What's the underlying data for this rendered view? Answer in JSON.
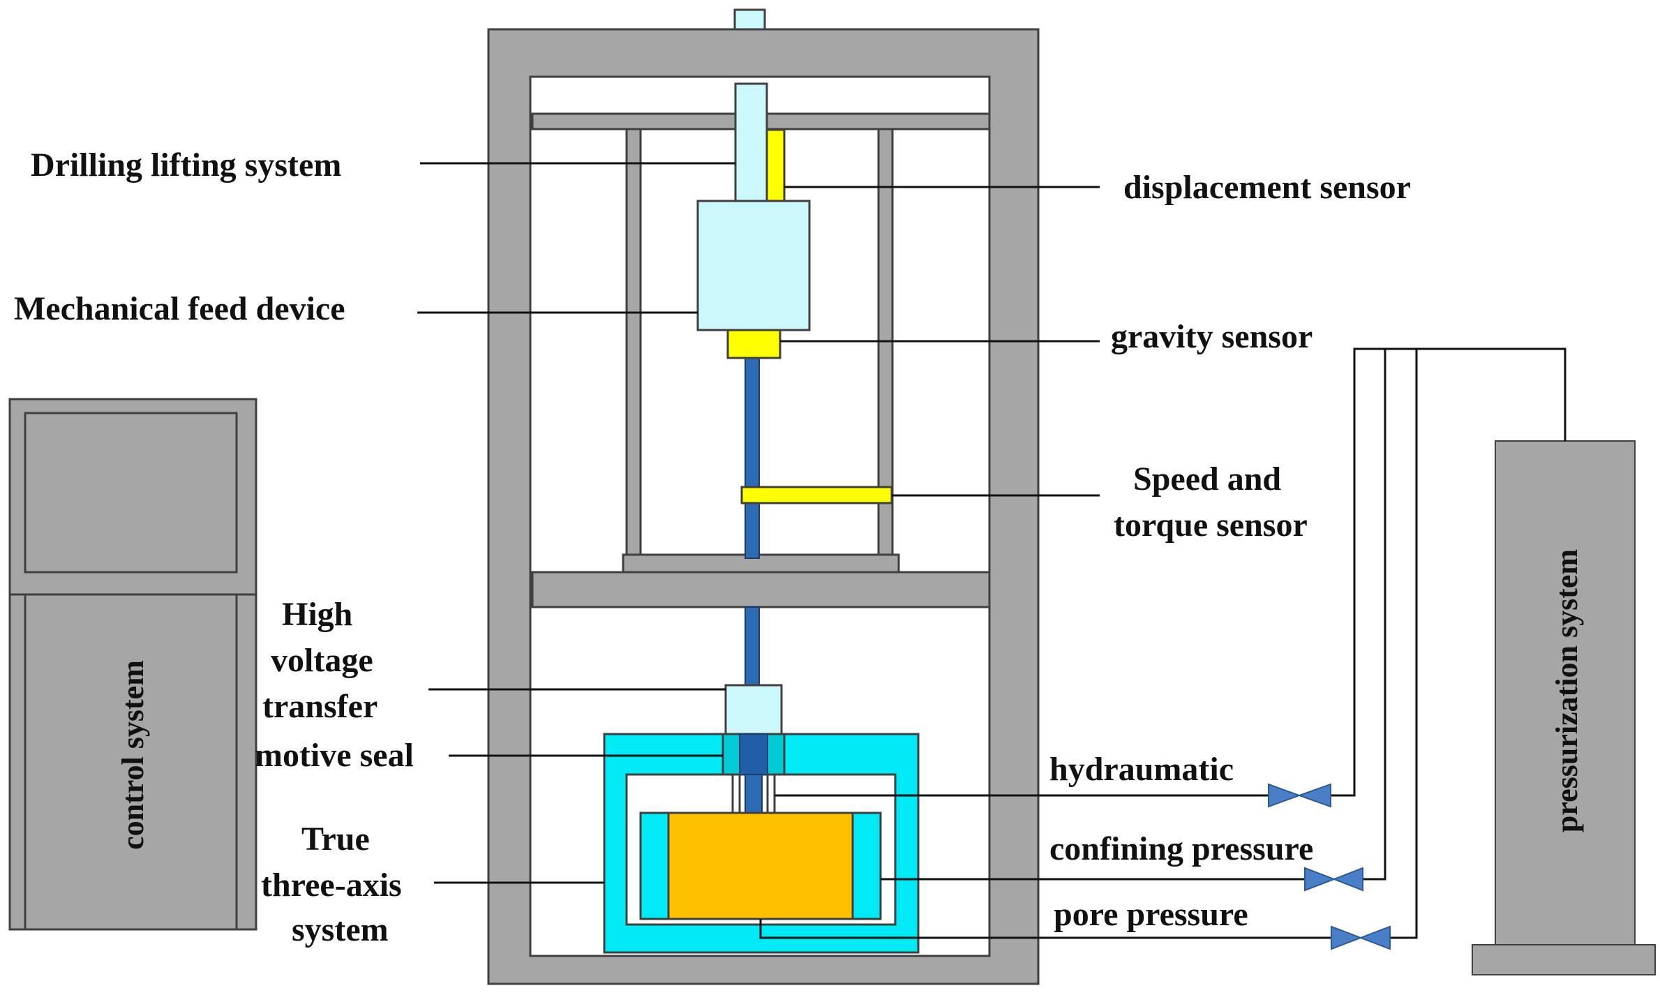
{
  "labels": {
    "drilling_lifting": "Drilling lifting system",
    "mechanical_feed": "Mechanical feed device",
    "high_voltage_line1": "High",
    "high_voltage_line2": "voltage",
    "high_voltage_line3": "transfer",
    "motive_seal": "motive seal",
    "true_axis_line1": "True",
    "true_axis_line2": "three-axis",
    "true_axis_line3": "system",
    "displacement_sensor": "displacement sensor",
    "gravity_sensor": "gravity sensor",
    "speed_torque_line1": "Speed and",
    "speed_torque_line2": "torque sensor",
    "hydraumatic": "hydraumatic",
    "confining_pressure": "confining pressure",
    "pore_pressure": "pore pressure",
    "control_system": "control system",
    "pressurization_system": "pressurization system"
  },
  "colors": {
    "frame_gray": "#a6a6a6",
    "frame_stroke": "#404040",
    "light_cyan": "#ccf7fb",
    "cyan_box": "#00eaf5",
    "teal": "#00ccd8",
    "yellow": "#ffff00",
    "orange": "#ffc000",
    "rod_blue": "#2e6bb5",
    "valve_blue": "#4a7fc8"
  }
}
